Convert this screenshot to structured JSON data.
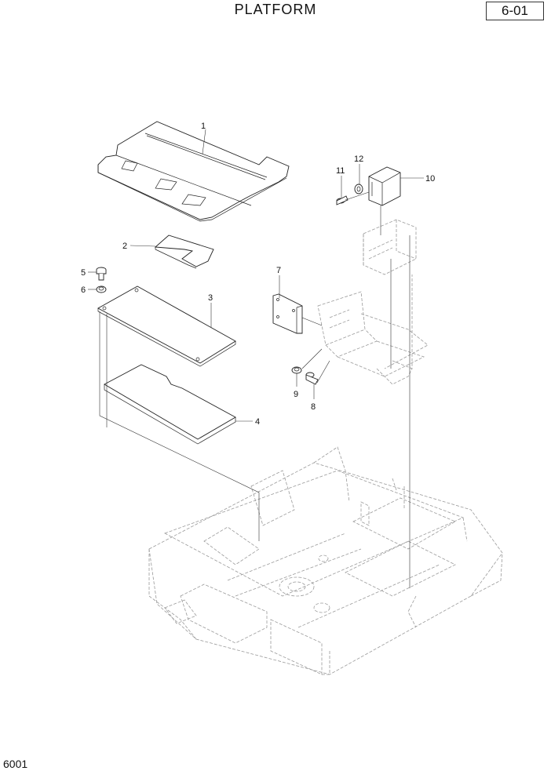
{
  "header": {
    "title": "PLATFORM",
    "page_number": "6-01"
  },
  "footer": {
    "code": "6001"
  },
  "callouts": [
    "1",
    "2",
    "3",
    "4",
    "5",
    "6",
    "7",
    "8",
    "9",
    "10",
    "11",
    "12"
  ]
}
